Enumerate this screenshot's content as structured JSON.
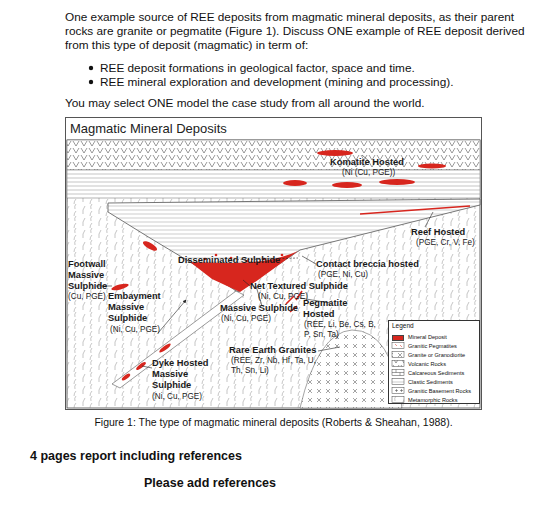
{
  "diagram": {
    "caption": "Figure 1: The type of magmatic mineral deposits (Roberts & Sheahan, 1988).",
    "nodes": [
      {
        "text": [
          "Magmatic Mineral Deposits"
        ]
      },
      {
        "text": [
          "Legend"
        ],
        "in": 0
      }
    ],
    "labels": [
      "One example source of REE deposits from magmatic mineral deposits, as their parent rocks are granite or pegmatite (Figure 1). Discuss ONE example of REE deposit derived from this type of deposit (magmatic) in term of:",
      "REE deposit formations in geological factor, space and time.",
      "REE mineral exploration and development (mining and processing).",
      "You may select ONE model the case study from all around the world.",
      "Komatite Hosted",
      "(Ni (Cu, PGE))",
      "Reef Hosted",
      "(PGE, Cr, V, Fe)",
      "Disseminated Sulphide",
      "Contact breccia hosted",
      "(PGE, Ni, Cu)",
      "Footwall Massive Sulphide",
      "(Cu, PGE)",
      "Embayment Massive Sulphide",
      "(Ni, Cu, PGE)",
      "Net Textured Sulphide",
      "(Ni, Cu, PGE)",
      "Massive Sulphide",
      "(Ni, Cu, PGE)",
      "Pegmatite Hosted",
      "(REE, Li, Be, Cs, B, P, Sn, Ta)",
      "Rare Earth Granites",
      "(REE, Zr, Nb, Hf, Ta, U, Th, Sn, Li)",
      "Dyke Hosted Massive Sulphide",
      "(Ni, Cu, PGE)",
      "4 pages report including references",
      "Please add references"
    ],
    "legend": [
      {
        "text": "Mineral Deposit",
        "color": "#d7261e"
      },
      {
        "text": "Granitic Pegmatites"
      },
      {
        "text": "Granite or Granodiorite"
      },
      {
        "text": "Volcanic Rocks"
      },
      {
        "text": "Calcareous Sediments"
      },
      {
        "text": "Clastic Sediments"
      },
      {
        "text": "Granitic Basement Rocks"
      },
      {
        "text": "Metamorphic Rocks"
      }
    ]
  }
}
